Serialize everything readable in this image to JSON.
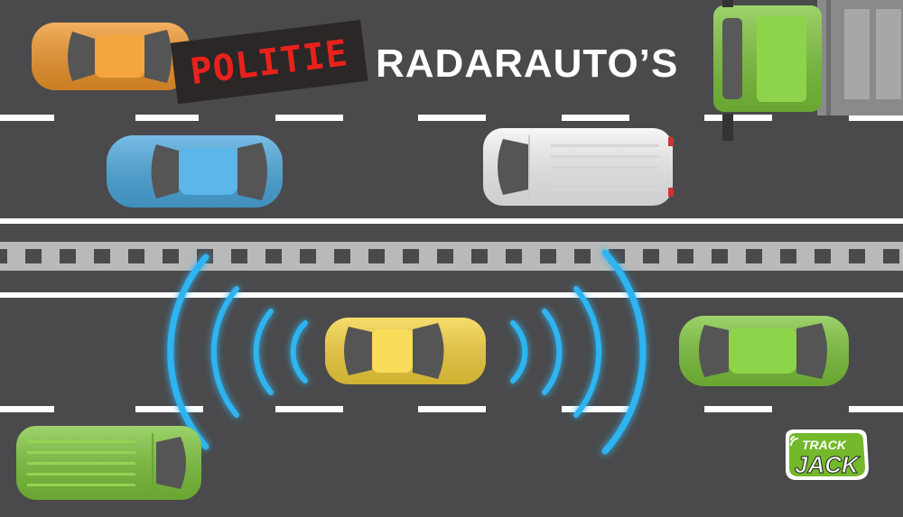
{
  "sign": {
    "label": "POLITIE"
  },
  "title": {
    "text": "RADARAUTO’S"
  },
  "logo": {
    "line1": "TRACK",
    "line2": "JACK"
  },
  "colors": {
    "road": "#4a4a4c",
    "lane_marking": "#ffffff",
    "radar": "#2fb4f0",
    "sign_background": "#2b2727",
    "sign_text": "#e8221b",
    "logo_green": "#74b82b"
  }
}
